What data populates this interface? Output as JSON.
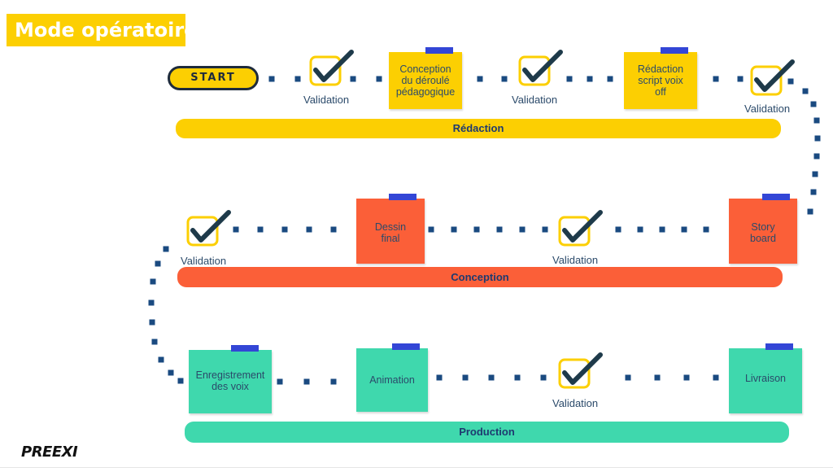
{
  "title": "Mode opératoire :",
  "start_label": "START",
  "validation_label": "Validation",
  "logo": "PREEXI",
  "colors": {
    "yellow": "#fccf02",
    "orange": "#fb5f38",
    "teal": "#3fd8ad",
    "tape": "#3346d6",
    "dots": "#1a4a80",
    "check": "#1e3a4a",
    "bar_text": "#1e3a70"
  },
  "phases": [
    {
      "label": "Rédaction",
      "color": "#fccf02"
    },
    {
      "label": "Conception",
      "color": "#fb5f38"
    },
    {
      "label": "Production",
      "color": "#3fd8ad"
    }
  ],
  "notes": [
    {
      "label": "Conception\ndu déroulé\npédagogique",
      "color": "#fccf02"
    },
    {
      "label": "Rédaction\nscript voix\noff",
      "color": "#fccf02"
    },
    {
      "label": "Dessin\nfinal",
      "color": "#fb5f38"
    },
    {
      "label": "Story\nboard",
      "color": "#fb5f38"
    },
    {
      "label": "Enregistrement\ndes voix",
      "color": "#3fd8ad"
    },
    {
      "label": "Animation",
      "color": "#3fd8ad"
    },
    {
      "label": "Livraison",
      "color": "#3fd8ad"
    }
  ]
}
